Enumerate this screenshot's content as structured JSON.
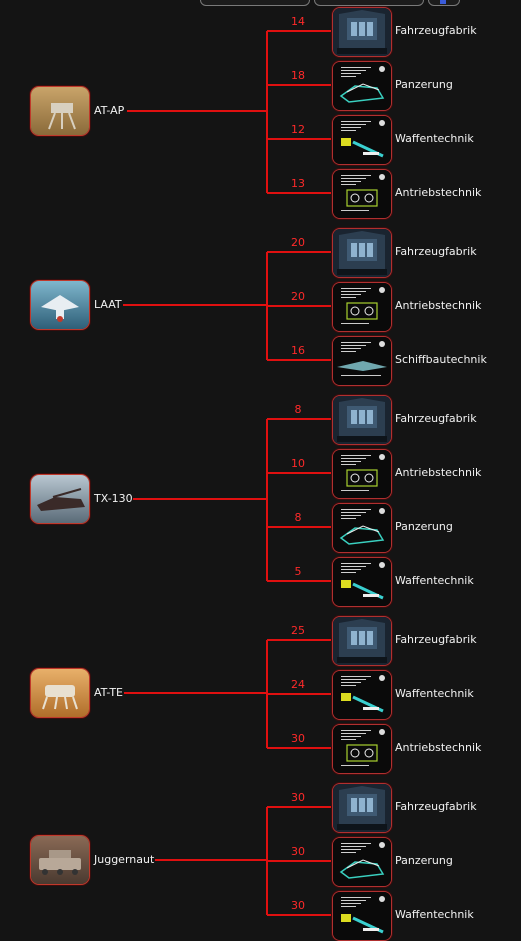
{
  "colors": {
    "line": "#e01010",
    "number": "#ff2a2a",
    "text": "#f2f2f2",
    "background": "#141414"
  },
  "groups": [
    {
      "unit": {
        "label": "AT-AP",
        "icon": "at-ap-walker-icon"
      },
      "requirements": [
        {
          "value": "14",
          "label": "Fahrzeugfabrik",
          "icon": "vehicle-factory-icon"
        },
        {
          "value": "18",
          "label": "Panzerung",
          "icon": "armor-icon"
        },
        {
          "value": "12",
          "label": "Waffentechnik",
          "icon": "weapon-tech-icon"
        },
        {
          "value": "13",
          "label": "Antriebstechnik",
          "icon": "propulsion-tech-icon"
        }
      ]
    },
    {
      "unit": {
        "label": "LAAT",
        "icon": "laat-gunship-icon"
      },
      "requirements": [
        {
          "value": "20",
          "label": "Fahrzeugfabrik",
          "icon": "vehicle-factory-icon"
        },
        {
          "value": "20",
          "label": "Antriebstechnik",
          "icon": "propulsion-tech-icon"
        },
        {
          "value": "16",
          "label": "Schiffbautechnik",
          "icon": "shipbuilding-tech-icon"
        }
      ]
    },
    {
      "unit": {
        "label": "TX-130",
        "icon": "tx-130-tank-icon"
      },
      "requirements": [
        {
          "value": "8",
          "label": "Fahrzeugfabrik",
          "icon": "vehicle-factory-icon"
        },
        {
          "value": "10",
          "label": "Antriebstechnik",
          "icon": "propulsion-tech-icon"
        },
        {
          "value": "8",
          "label": "Panzerung",
          "icon": "armor-icon"
        },
        {
          "value": "5",
          "label": "Waffentechnik",
          "icon": "weapon-tech-icon"
        }
      ]
    },
    {
      "unit": {
        "label": "AT-TE",
        "icon": "at-te-walker-icon"
      },
      "requirements": [
        {
          "value": "25",
          "label": "Fahrzeugfabrik",
          "icon": "vehicle-factory-icon"
        },
        {
          "value": "24",
          "label": "Waffentechnik",
          "icon": "weapon-tech-icon"
        },
        {
          "value": "30",
          "label": "Antriebstechnik",
          "icon": "propulsion-tech-icon"
        }
      ]
    },
    {
      "unit": {
        "label": "Juggernaut",
        "icon": "juggernaut-tank-icon"
      },
      "requirements": [
        {
          "value": "30",
          "label": "Fahrzeugfabrik",
          "icon": "vehicle-factory-icon"
        },
        {
          "value": "30",
          "label": "Panzerung",
          "icon": "armor-icon"
        },
        {
          "value": "30",
          "label": "Waffentechnik",
          "icon": "weapon-tech-icon"
        }
      ]
    }
  ]
}
